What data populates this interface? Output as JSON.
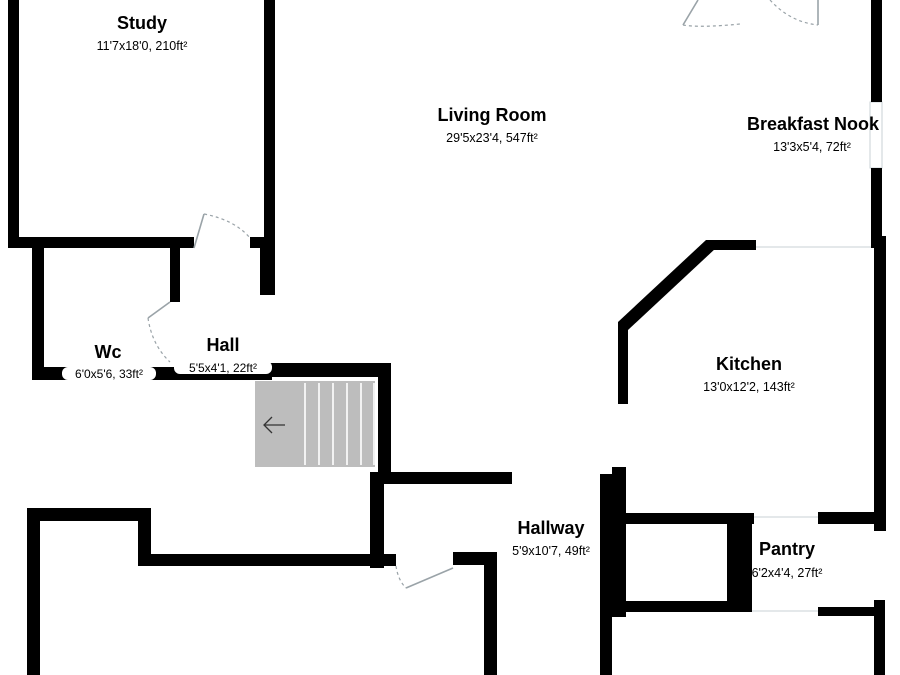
{
  "floorplan": {
    "rooms": {
      "study": {
        "name": "Study",
        "dims": "11'7x18'0, 210ft²"
      },
      "living_room": {
        "name": "Living Room",
        "dims": "29'5x23'4, 547ft²"
      },
      "breakfast_nook": {
        "name": "Breakfast Nook",
        "dims": "13'3x5'4, 72ft²"
      },
      "wc": {
        "name": "Wc",
        "dims": "6'0x5'6, 33ft²"
      },
      "hall": {
        "name": "Hall",
        "dims": "5'5x4'1, 22ft²"
      },
      "kitchen": {
        "name": "Kitchen",
        "dims": "13'0x12'2, 143ft²"
      },
      "hallway": {
        "name": "Hallway",
        "dims": "5'9x10'7, 49ft²"
      },
      "pantry": {
        "name": "Pantry",
        "dims": "6'2x4'4, 27ft²"
      }
    },
    "colors": {
      "wall": "#000000",
      "door": "#9aa3a8",
      "stairs": "#bdbdbd",
      "window": "#c9d2d6"
    },
    "icons": {
      "stairs_direction": "arrow-left-icon"
    }
  }
}
